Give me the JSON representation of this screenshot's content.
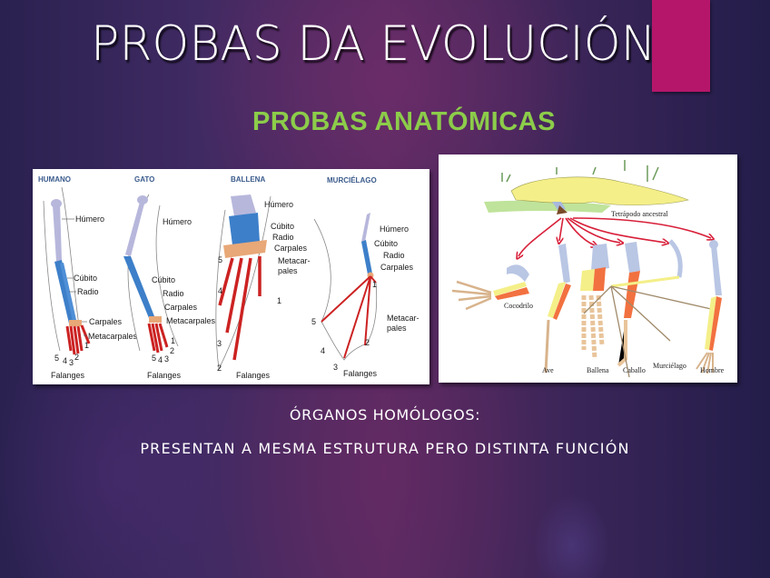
{
  "slide": {
    "title": "PROBAS DA EVOLUCIÓN",
    "subtitle": "PROBAS ANATÓMICAS",
    "caption_heading": "ÓRGANOS HOMÓLOGOS:",
    "caption_body": "PRESENTAN A MESMA  ESTRUTURA PERO DISTINTA FUNCIÓN",
    "colors": {
      "accent_bar": "#b5166a",
      "subtitle": "#8ccc4a",
      "title": "#ffffff",
      "background_dark": "#231d4a",
      "background_mid": "#5a2b62"
    }
  },
  "figure_left": {
    "columns": [
      {
        "header": "HUMANO",
        "labels": [
          "Húmero",
          "Cúbito",
          "Radio",
          "Carpales",
          "Metacarpales",
          "Falanges"
        ],
        "digits": [
          "1",
          "2",
          "3",
          "4",
          "5"
        ]
      },
      {
        "header": "GATO",
        "labels": [
          "Húmero",
          "Cúbito",
          "Radio",
          "Carpales",
          "Metacarpales",
          "Falanges"
        ],
        "digits": [
          "1",
          "2",
          "3",
          "4",
          "5"
        ]
      },
      {
        "header": "BALLENA",
        "labels": [
          "Húmero",
          "Cúbito",
          "Radio",
          "Carpales",
          "Metacar-",
          "pales",
          "Falanges"
        ],
        "digits": [
          "1",
          "2",
          "3",
          "4",
          "5"
        ]
      },
      {
        "header": "MURCIÉLAGO",
        "labels": [
          "Húmero",
          "Cúbito",
          "Radio",
          "Carpales",
          "Metacar-",
          "pales",
          "Falanges"
        ],
        "digits": [
          "1",
          "2",
          "3",
          "4",
          "5"
        ]
      }
    ]
  },
  "figure_right": {
    "ancestor_label": "Tetrápodo ancestral",
    "species": [
      "Cocodrilo",
      "Ave",
      "Ballena",
      "Caballo",
      "Murciélago",
      "Hombre"
    ]
  }
}
